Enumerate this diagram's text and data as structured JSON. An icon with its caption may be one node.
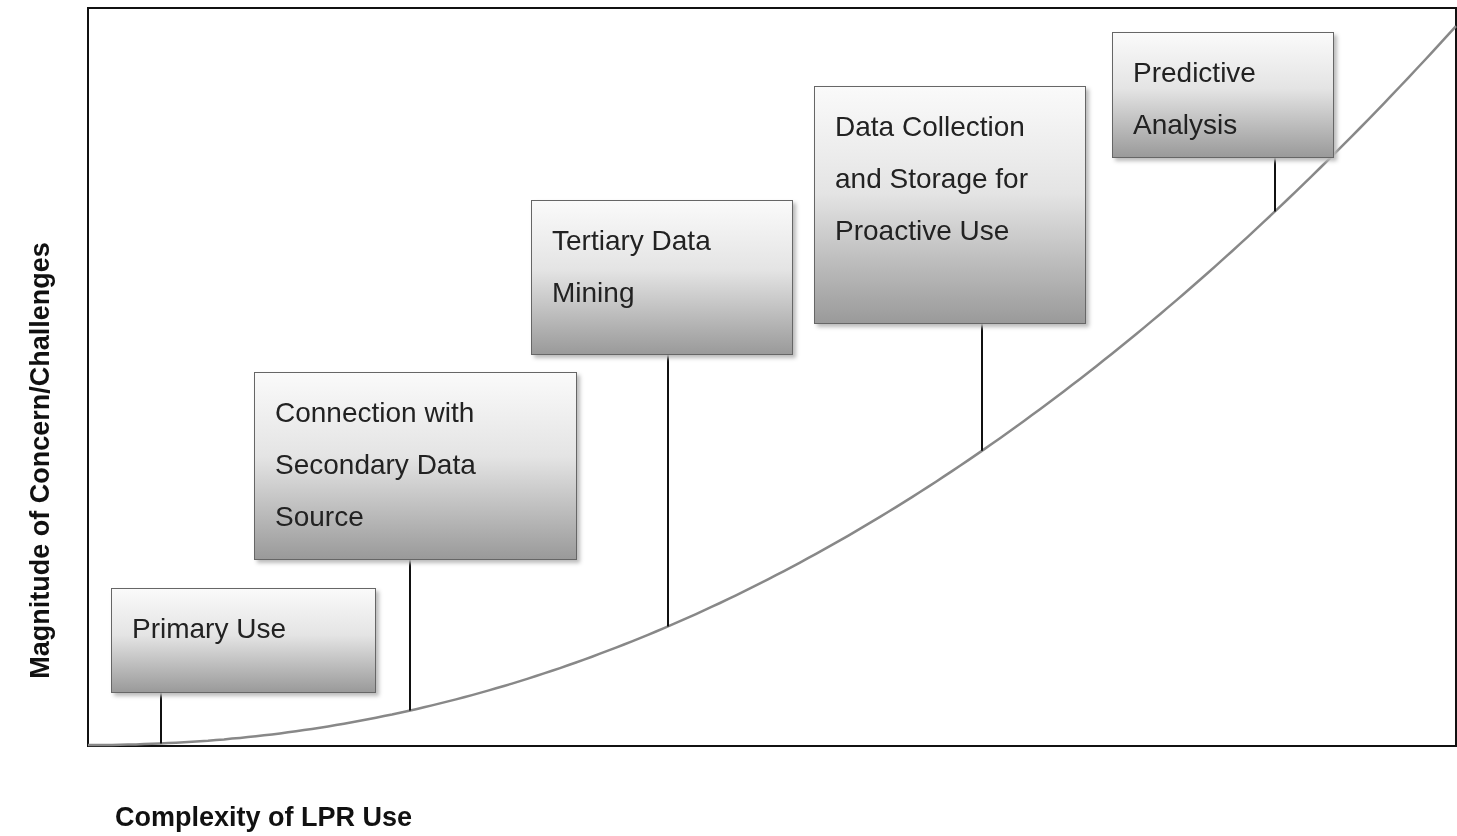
{
  "diagram": {
    "nodes": [
      {
        "text": [
          "Primary Use"
        ]
      },
      {
        "text": [
          "Connection with Secondary Data Source"
        ]
      },
      {
        "text": [
          "Tertiary Data Mining"
        ]
      },
      {
        "text": [
          "Data Collection and Storage for Proactive Use"
        ]
      },
      {
        "text": [
          "Predictive Analysis"
        ]
      }
    ],
    "edges": [
      {
        "from": 0,
        "to": null,
        "arrow": "none"
      },
      {
        "from": 1,
        "to": null,
        "arrow": "none"
      },
      {
        "from": 2,
        "to": null,
        "arrow": "none"
      },
      {
        "from": 3,
        "to": null,
        "arrow": "none"
      },
      {
        "from": 4,
        "to": null,
        "arrow": "none"
      }
    ],
    "labels": [
      "Magnitude of Concern/Challenges",
      "Complexity of LPR Use"
    ]
  }
}
